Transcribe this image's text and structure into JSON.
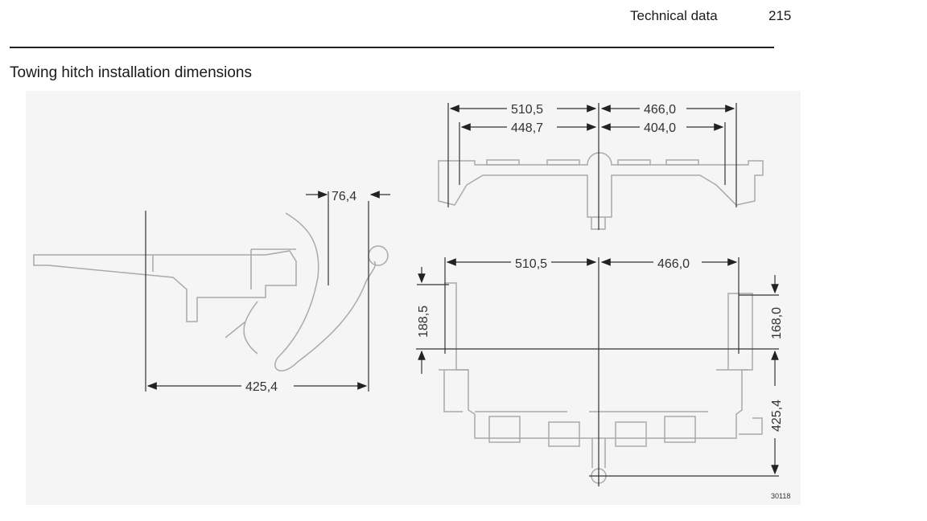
{
  "header": {
    "section": "Technical data",
    "page_number": "215"
  },
  "title": "Towing hitch installation dimensions",
  "figure": {
    "side_view": {
      "ball_offset": "76,4",
      "length": "425,4"
    },
    "top_view": {
      "outer_left": "510,5",
      "outer_right": "466,0",
      "inner_left": "448,7",
      "inner_right": "404,0"
    },
    "bottom_view": {
      "left": "510,5",
      "right": "466,0",
      "left_depth": "188,5",
      "right_depth": "168,0",
      "ball_depth": "425,4"
    },
    "figure_id": "30118"
  }
}
